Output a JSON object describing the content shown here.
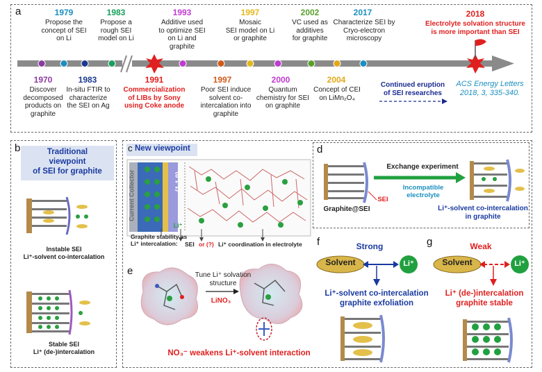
{
  "panel_a": {
    "label": "a",
    "events_top": [
      {
        "year": "1979",
        "color": "#1a8fbf",
        "text": "Propose the\nconcept of SEI\non Li"
      },
      {
        "year": "1983",
        "color": "#16a05b",
        "text": "Propose a\nrough SEI\nmodel on Li"
      },
      {
        "year": "1993",
        "color": "#c03bd0",
        "text": "Additive used\nto optimize SEI\non Li and\ngraphite"
      },
      {
        "year": "1997",
        "color": "#e3b81a",
        "text": "Mosaic\nSEI model on Li\nor graphite"
      },
      {
        "year": "2002",
        "color": "#5aa02c",
        "text": "VC used as\nadditives\nfor graphite"
      },
      {
        "year": "2017",
        "color": "#1a8fbf",
        "text": "Characterize SEI by\nCryo-electron\nmicroscopy"
      },
      {
        "year": "2018",
        "color": "#e02020",
        "text": "Electrolyte solvation structure\nis more important than SEI"
      }
    ],
    "events_bottom": [
      {
        "year": "1970",
        "color": "#8b3aa0",
        "text": "Discover\ndecomposed\nproducts on\ngraphite"
      },
      {
        "year": "1983",
        "color": "#1a3a8f",
        "text": "In-situ FTIR to\ncharacterize\nthe SEI on Ag"
      },
      {
        "year": "1991",
        "color": "#e02020",
        "text": "Commercialization\nof LIBs by Sony\nusing Coke anode"
      },
      {
        "year": "1997",
        "color": "#d05a1a",
        "text": "Poor SEI induce\nsolvent co-\nintercalation into\ngraphite"
      },
      {
        "year": "2000",
        "color": "#c03bd0",
        "text": "Quantum\nchemistry for SEI\non graphite"
      },
      {
        "year": "2004",
        "color": "#e3a81a",
        "text": "Concept of CEI\non LiMn₂O₄"
      }
    ],
    "eruption": "Continued eruption\nof SEI researches",
    "reference": "ACS Energy Letters\n2018, 3, 335-340."
  },
  "panel_b": {
    "label": "b",
    "title": "Traditional\nviewpoint\nof SEI for graphite",
    "top_caption": "Instable SEI\nLi⁺-solvent co-intercalation",
    "bottom_caption": "Stable SEI\nLi⁺ (de-)intercalation"
  },
  "panel_c": {
    "label": "c",
    "title": "New viewpoint",
    "collector": "Current Collector",
    "li": "Li⁺",
    "caption_left": "Graphite stability as\nLi⁺ intercalation:",
    "caption_mid": "SEI",
    "caption_or": "or (?)",
    "caption_right": "Li⁺ coordination in electrolyte",
    "plane": "(1 1 0)"
  },
  "panel_d": {
    "label": "d",
    "exchange": "Exchange experiment",
    "incompatible": "Incompatible\nelectrolyte",
    "sei": "SEI",
    "left_caption": "Graphite@SEI",
    "right_caption": "Li⁺-solvent co-intercalation\nin graphite"
  },
  "panel_e": {
    "label": "e",
    "tune": "Tune Li⁺ solvation\nstructure",
    "reagent": "LiNO₃",
    "caption": "NO₃⁻ weakens Li⁺-solvent interaction"
  },
  "panel_f": {
    "label": "f",
    "strength": "Strong",
    "solvent": "Solvent",
    "li": "Li⁺",
    "caption": "Li⁺-solvent co-intercalation\ngraphite exfoliation"
  },
  "panel_g": {
    "label": "g",
    "strength": "Weak",
    "solvent": "Solvent",
    "li": "Li⁺",
    "caption": "Li⁺ (de-)intercalation\ngraphite stable"
  },
  "colors": {
    "red": "#e02020",
    "blue": "#1a3aa0",
    "navy": "#1a2a8f",
    "green": "#21a040",
    "teal": "#1a8fbf",
    "gold": "#d9b64a"
  }
}
